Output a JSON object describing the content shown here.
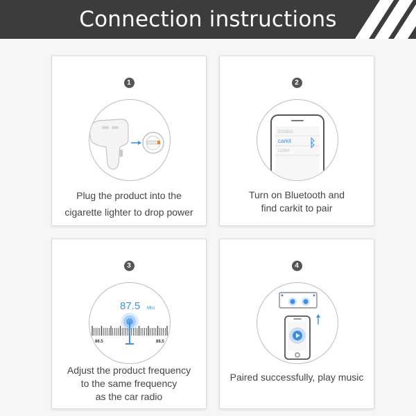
{
  "header": {
    "title": "Connection instructions"
  },
  "steps": [
    {
      "number": "1",
      "lines": [
        "Plug the product into the",
        "cigarette lighter to drop power"
      ],
      "icon": "car-charger-plug-icon"
    },
    {
      "number": "2",
      "lines": [
        "Turn on Bluetooth and",
        "find carkit to pair"
      ],
      "icon": "phone-bluetooth-list-icon",
      "device_list": [
        "EONEG",
        "carkit",
        "LUSH"
      ]
    },
    {
      "number": "3",
      "lines": [
        "Adjust the product frequency",
        "to the same frequency",
        "as the car radio"
      ],
      "icon": "radio-dial-icon",
      "frequency": "87.5",
      "frequency_unit": "Mhz",
      "scale_min": "86.5",
      "scale_max": "88.5"
    },
    {
      "number": "4",
      "lines": [
        "Paired successfully, play music"
      ],
      "icon": "phone-play-music-icon"
    }
  ],
  "colors": {
    "header_bg": "#3c3c3c",
    "accent_blue": "#3a8ee6",
    "card_border": "#dcdcdc"
  }
}
